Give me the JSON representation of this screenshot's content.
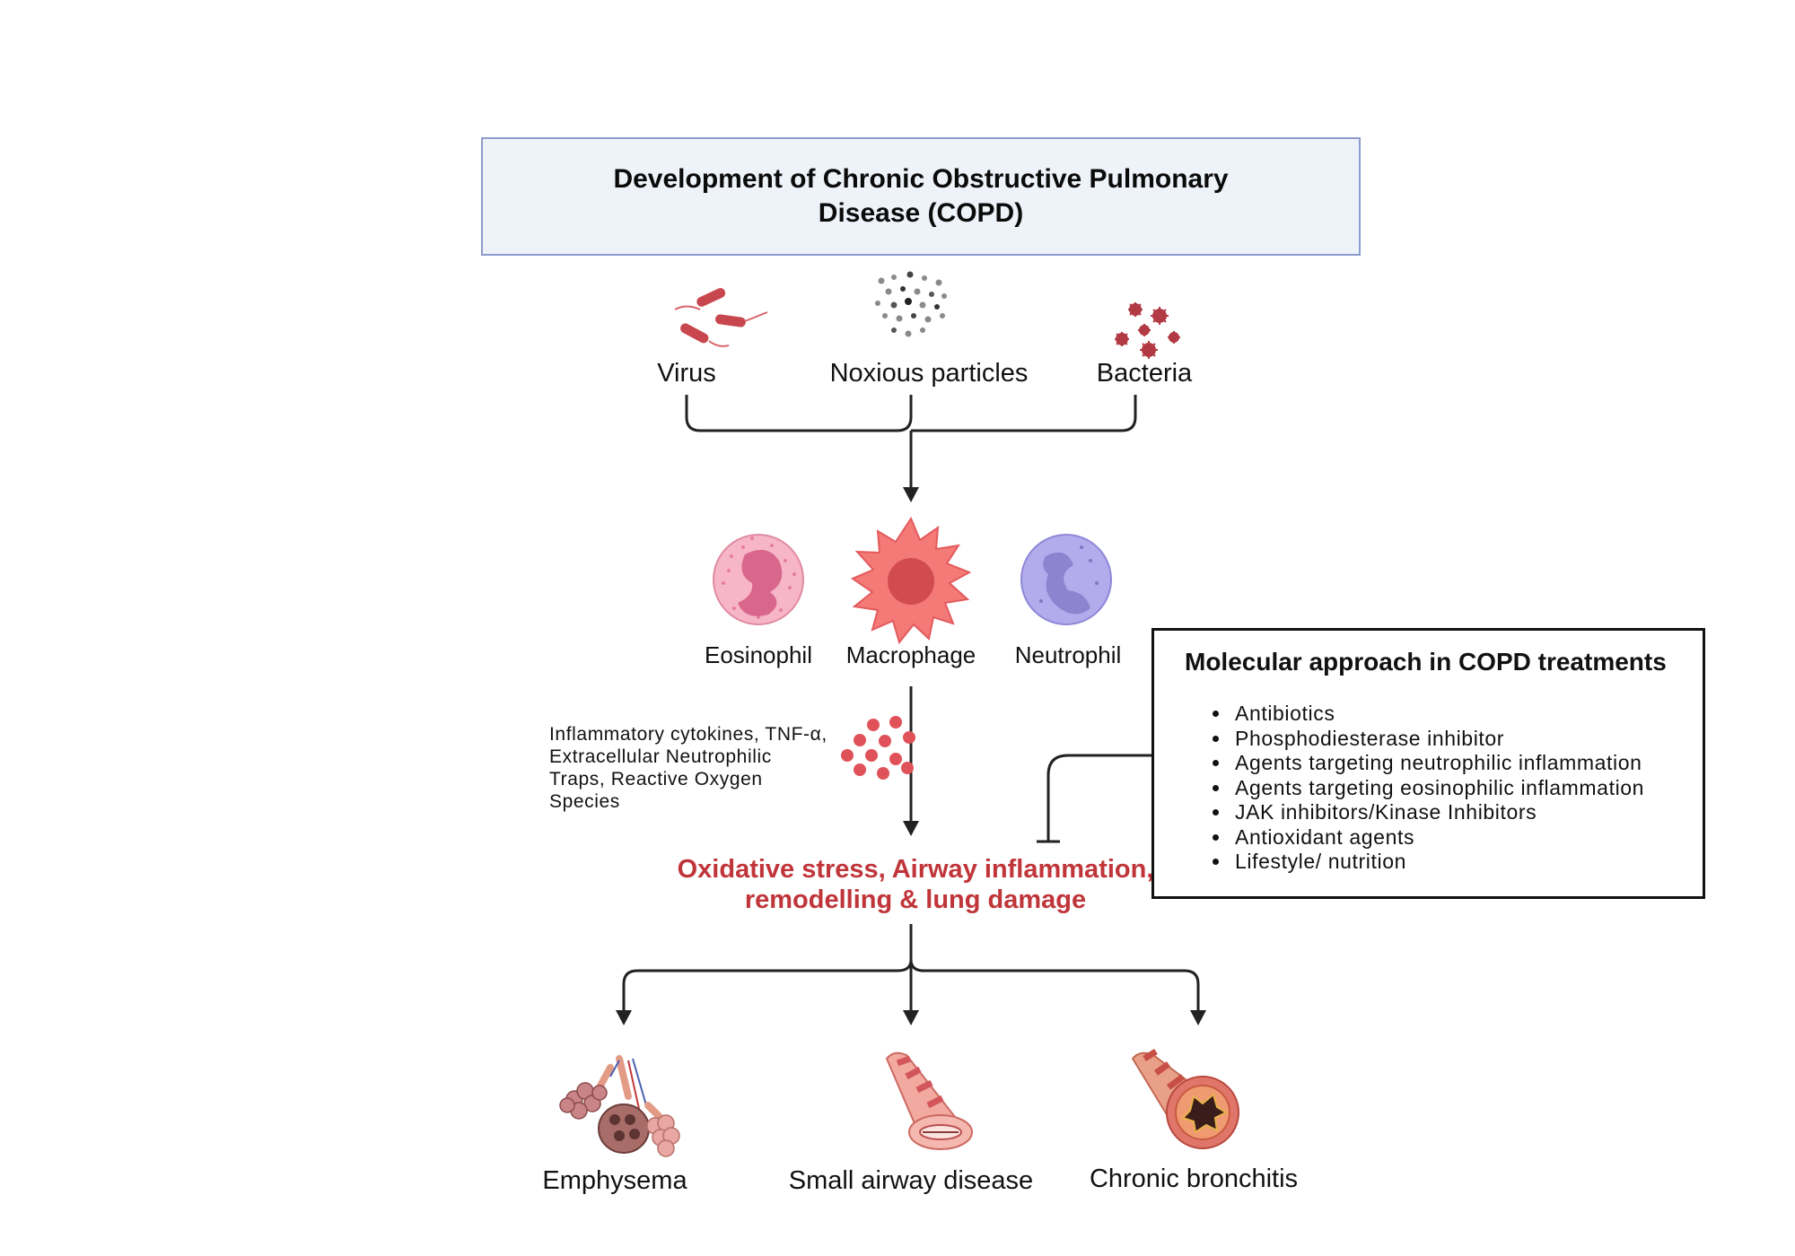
{
  "title": "Development of Chronic Obstructive Pulmonary Disease (COPD)",
  "triggers": {
    "virus": "Virus",
    "particles": "Noxious particles",
    "bacteria": "Bacteria"
  },
  "cells": {
    "eosinophil": "Eosinophil",
    "macrophage": "Macrophage",
    "neutrophil": "Neutrophil"
  },
  "mediators": "Inflammatory cytokines, TNF-α, Extracellular Neutrophilic Traps, Reactive Oxygen Species",
  "damage": "Oxidative stress, Airway inflammation, remodelling & lung damage",
  "outcomes": {
    "emphysema": "Emphysema",
    "small_airway": "Small airway disease",
    "bronchitis": "Chronic bronchitis"
  },
  "treatments": {
    "title": "Molecular approach in COPD treatments",
    "items": [
      "Antibiotics",
      "Phosphodiesterase inhibitor",
      "Agents targeting neutrophilic inflammation",
      "Agents targeting eosinophilic inflammation",
      "JAK inhibitors/Kinase Inhibitors",
      "Antioxidant agents",
      "Lifestyle/ nutrition"
    ]
  },
  "colors": {
    "accent_red": "#c0353a",
    "title_fill": "#eef2f9",
    "title_border": "#8c9ccc"
  }
}
